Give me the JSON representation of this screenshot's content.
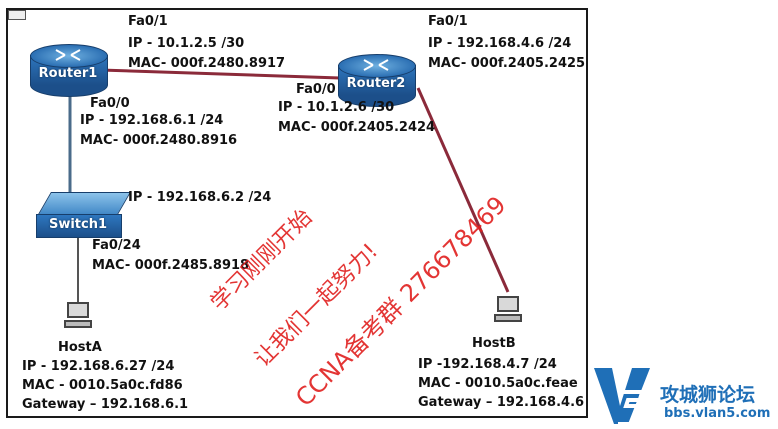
{
  "devices": {
    "router1": {
      "name": "Router1"
    },
    "router2": {
      "name": "Router2"
    },
    "switch1": {
      "name": "Switch1"
    },
    "hostA": {
      "name": "HostA",
      "ip": "IP - 192.168.6.27 /24",
      "mac": "MAC - 0010.5a0c.fd86",
      "gateway": "Gateway – 192.168.6.1"
    },
    "hostB": {
      "name": "HostB",
      "ip": "IP -192.168.4.7 /24",
      "mac": "MAC - 0010.5a0c.feae",
      "gateway": "Gateway – 192.168.4.6"
    }
  },
  "interfaces": {
    "r1_fa01": {
      "port": "Fa0/1",
      "ip": "IP - 10.1.2.5 /30",
      "mac": "MAC- 000f.2480.8917"
    },
    "r1_fa00": {
      "port": "Fa0/0",
      "ip": "IP - 192.168.6.1 /24",
      "mac": "MAC- 000f.2480.8916"
    },
    "r2_fa01": {
      "port": "Fa0/1",
      "ip": "IP - 192.168.4.6 /24",
      "mac": "MAC- 000f.2405.2425"
    },
    "r2_fa00": {
      "port": "Fa0/0",
      "ip": "IP - 10.1.2.6 /30",
      "mac": "MAC- 000f.2405.2424"
    },
    "sw1_ip": {
      "ip": "IP - 192.168.6.2 /24"
    },
    "sw1_fa024": {
      "port": "Fa0/24",
      "mac": "MAC- 000f.2485.8918"
    }
  },
  "watermark": {
    "line1": "学习刚刚开始",
    "line2": "让我们一起努力!",
    "line3": "CCNA备考群 276678469",
    "logo_cn": "攻城狮论坛",
    "logo_url": "bbs.vlan5.com"
  },
  "colors": {
    "link": "#8b2a3a",
    "device_blue": "#2b6fb3",
    "watermark_red": "#e0201f",
    "logo_blue": "#1f6fb7"
  }
}
